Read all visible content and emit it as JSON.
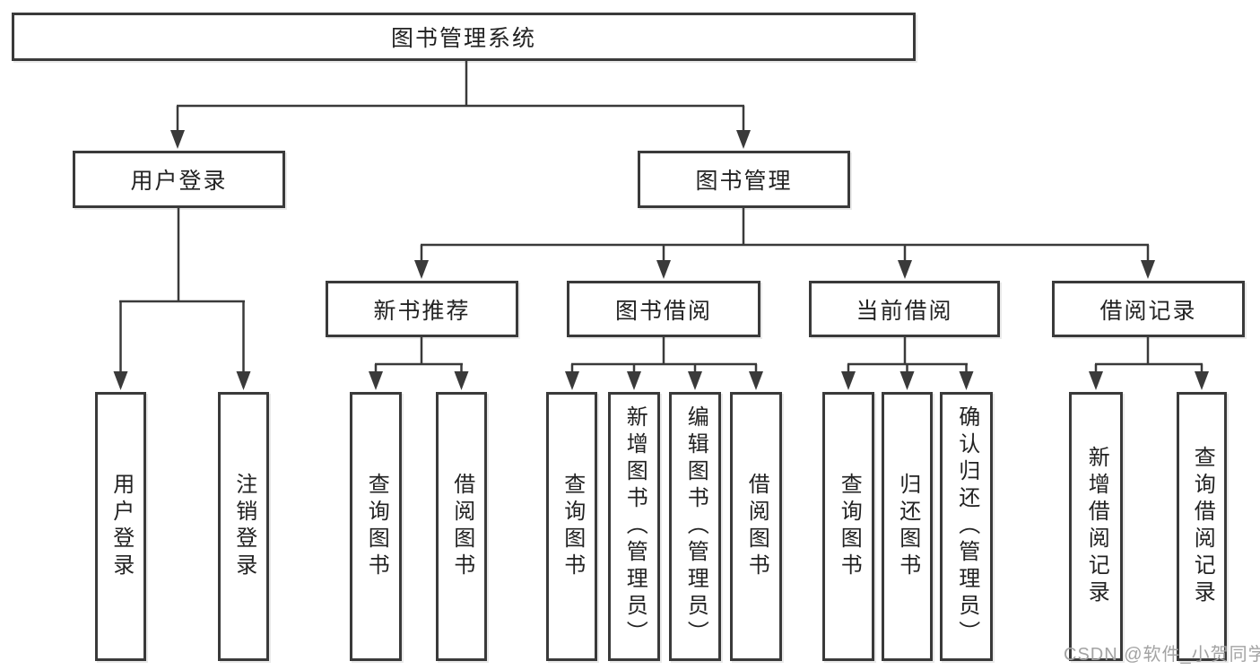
{
  "diagram": {
    "root": {
      "label": "图书管理系统"
    },
    "branches": [
      {
        "label": "用户登录",
        "children": [
          {
            "label": "用户登录"
          },
          {
            "label": "注销登录"
          }
        ]
      },
      {
        "label": "图书管理",
        "children": [
          {
            "label": "新书推荐",
            "children": [
              {
                "label": "查询图书"
              },
              {
                "label": "借阅图书"
              }
            ]
          },
          {
            "label": "图书借阅",
            "children": [
              {
                "label": "查询图书"
              },
              {
                "label": "新增图书（管理员）"
              },
              {
                "label": "编辑图书（管理员）"
              },
              {
                "label": "借阅图书"
              }
            ]
          },
          {
            "label": "当前借阅",
            "children": [
              {
                "label": "查询图书"
              },
              {
                "label": "归还图书"
              },
              {
                "label": "确认归还（管理员）"
              }
            ]
          },
          {
            "label": "借阅记录",
            "children": [
              {
                "label": "新增借阅记录"
              },
              {
                "label": "查询借阅记录"
              }
            ]
          }
        ]
      }
    ]
  },
  "watermark": {
    "text": "CSDN @软件_小贺同学"
  },
  "colors": {
    "line": "#3a3a3a",
    "text": "#222222",
    "watermark": "#a3a3a3",
    "background": "#ffffff"
  }
}
